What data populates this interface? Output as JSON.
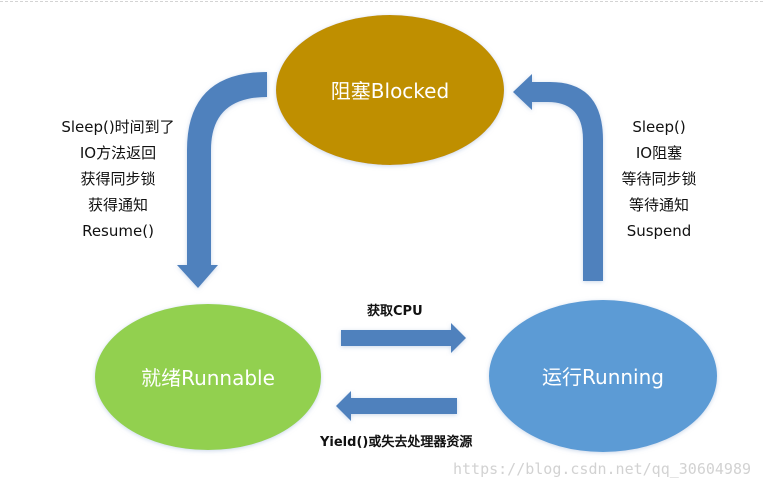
{
  "colors": {
    "blocked": "#bf8f00",
    "runnable": "#92d050",
    "running": "#5b9bd5",
    "arrow": "#4f81bd",
    "text_dark": "#111111"
  },
  "states": {
    "blocked": "阻塞Blocked",
    "runnable": "就绪Runnable",
    "running": "运行Running"
  },
  "transitions": {
    "blocked_to_runnable": {
      "lines": [
        "Sleep()时间到了",
        "IO方法返回",
        "获得同步锁",
        "获得通知",
        "Resume()"
      ]
    },
    "running_to_blocked": {
      "lines": [
        "Sleep()",
        "IO阻塞",
        "等待同步锁",
        "等待通知",
        "Suspend"
      ]
    },
    "runnable_to_running": {
      "label": "获取CPU"
    },
    "running_to_runnable": {
      "label": "Yield()或失去处理器资源"
    }
  },
  "watermark": "https://blog.csdn.net/qq_30604989"
}
